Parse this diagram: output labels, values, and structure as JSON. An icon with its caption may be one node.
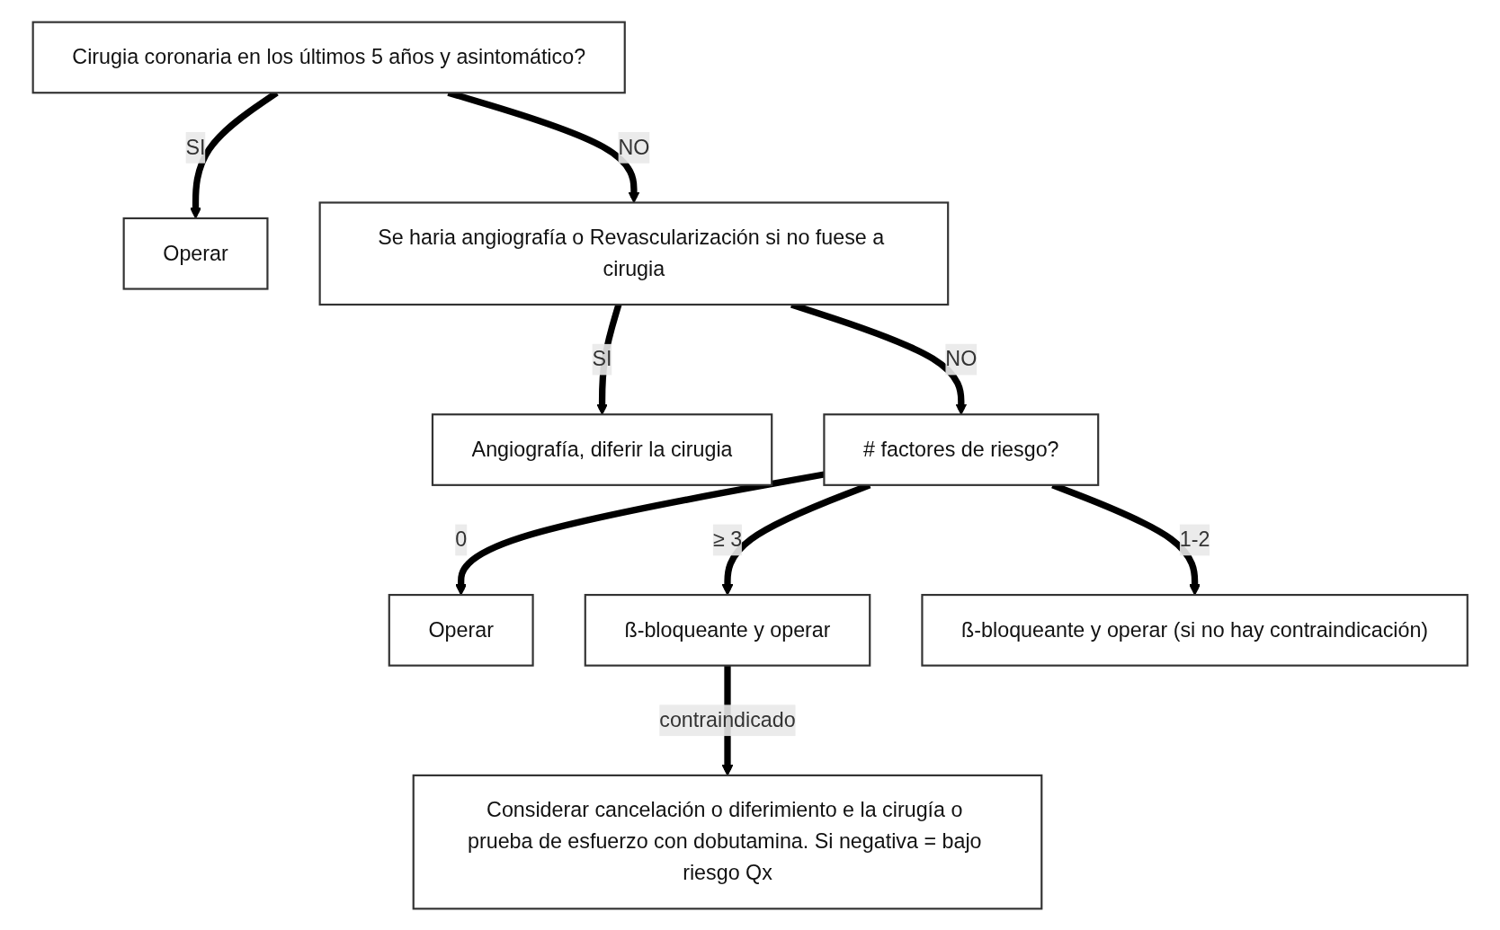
{
  "diagram": {
    "nodes": [
      {
        "text": [
          "Cirugia coronaria en los últimos 5 años y asintomático?"
        ]
      },
      {
        "text": [
          "Operar"
        ]
      },
      {
        "text": [
          "Se haria angiografía o Revascularización si no fuese a cirugia"
        ]
      },
      {
        "text": [
          "Angiografía, diferir la cirugia"
        ]
      },
      {
        "text": [
          "# factores de riesgo?"
        ]
      },
      {
        "text": [
          "Operar"
        ]
      },
      {
        "text": [
          "ß-bloqueante y operar"
        ]
      },
      {
        "text": [
          "ß-bloqueante y operar (si no hay contraindicación)"
        ]
      },
      {
        "text": [
          "Considerar cancelación o diferimiento e la cirugía o prueba de esfuerzo con dobutamina. Si negativa = bajo riesgo Qx"
        ]
      }
    ],
    "edges": [
      {
        "from": 0,
        "to": 1,
        "arrow": "to",
        "label": "SI"
      },
      {
        "from": 0,
        "to": 2,
        "arrow": "to",
        "label": "NO"
      },
      {
        "from": 2,
        "to": 3,
        "arrow": "to",
        "label": "SI"
      },
      {
        "from": 2,
        "to": 4,
        "arrow": "to",
        "label": "NO"
      },
      {
        "from": 4,
        "to": 5,
        "arrow": "to",
        "label": "0"
      },
      {
        "from": 4,
        "to": 6,
        "arrow": "to",
        "label": "≥ 3"
      },
      {
        "from": 4,
        "to": 7,
        "arrow": "to",
        "label": "1-2"
      },
      {
        "from": 6,
        "to": 8,
        "arrow": "to",
        "label": "contraindicado"
      }
    ]
  }
}
